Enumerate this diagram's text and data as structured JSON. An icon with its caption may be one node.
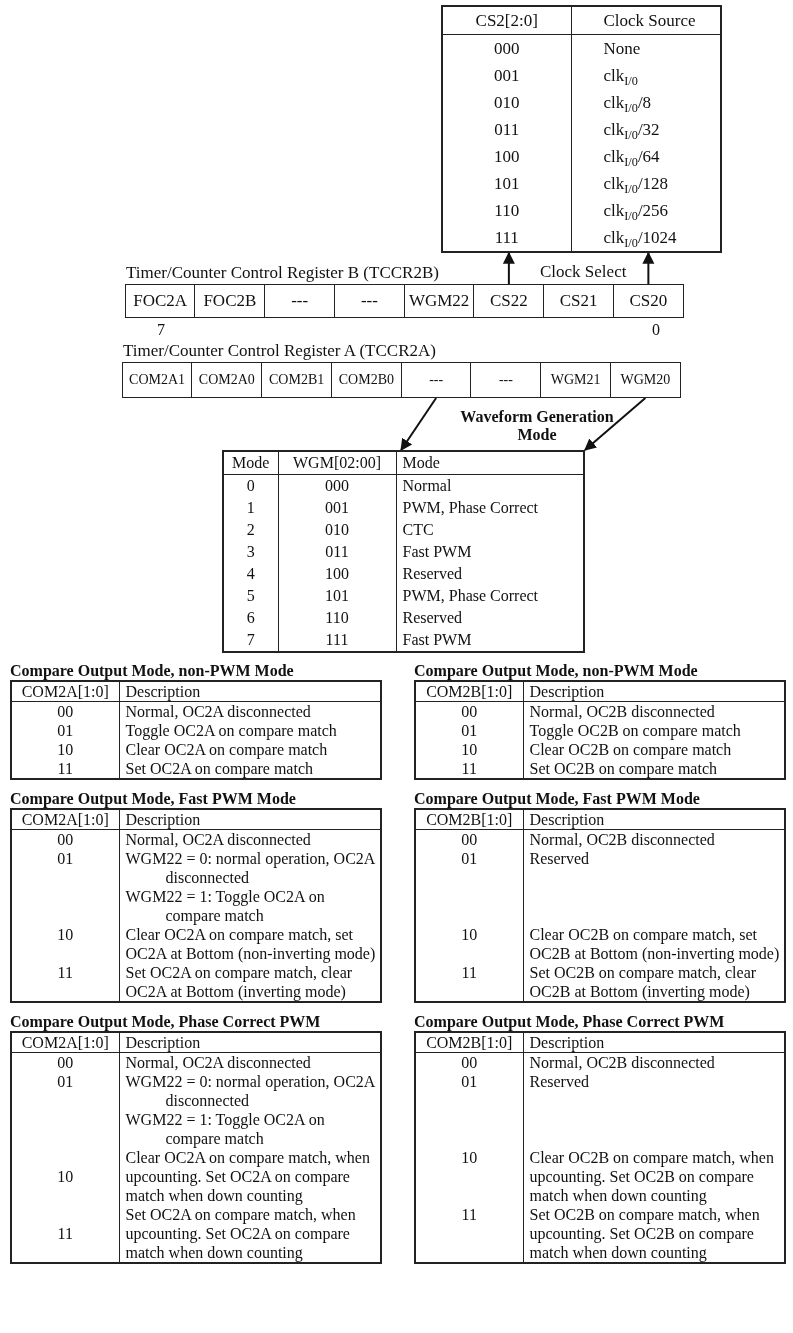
{
  "diagram": {
    "nodes": [
      {
        "text": [
          "CS2[2:0]",
          "Clock Source",
          "000",
          "None",
          "001",
          "clk$_{I/0}$",
          "010",
          "clk$_{I/0}$/8",
          "011",
          "clk$_{I/0}$/32",
          "100",
          "clk$_{I/0}$/64",
          "101",
          "clk$_{I/0}$/128",
          "110",
          "clk$_{I/0}$/256",
          "111",
          "clk$_{I/0}$/1024"
        ]
      },
      {
        "text": [
          "Timer/Counter Control Register B (TCCR2B)"
        ]
      },
      {
        "text": [
          "FOC2A"
        ],
        "in": 1
      },
      {
        "text": [
          "FOC2B"
        ],
        "in": 1
      },
      {
        "text": [
          "---"
        ],
        "in": 1
      },
      {
        "text": [
          "---"
        ],
        "in": 1
      },
      {
        "text": [
          "WGM22"
        ],
        "in": 1
      },
      {
        "text": [
          "CS22"
        ],
        "in": 1
      },
      {
        "text": [
          "CS21"
        ],
        "in": 1
      },
      {
        "text": [
          "CS20"
        ],
        "in": 1
      },
      {
        "text": [
          "Timer/Counter Control Register A (TCCR2A)"
        ]
      },
      {
        "text": [
          "COM2A1"
        ],
        "in": 10
      },
      {
        "text": [
          "COM2A0"
        ],
        "in": 10
      },
      {
        "text": [
          "COM2B1"
        ],
        "in": 10
      },
      {
        "text": [
          "COM2B0"
        ],
        "in": 10
      },
      {
        "text": [
          "---"
        ],
        "in": 10
      },
      {
        "text": [
          "---"
        ],
        "in": 10
      },
      {
        "text": [
          "WGM21"
        ],
        "in": 10
      },
      {
        "text": [
          "WGM20"
        ],
        "in": 10
      },
      {
        "text": [
          "Waveform Generation Mode",
          "Mode",
          "WGM[02:00]",
          "Mode",
          "0",
          "000",
          "Normal",
          "1",
          "001",
          "PWM, Phase Correct",
          "2",
          "010",
          "CTC",
          "3",
          "011",
          "Fast PWM",
          "4",
          "100",
          "Reserved",
          "5",
          "101",
          "PWM, Phase Correct",
          "6",
          "110",
          "Reserved",
          "7",
          "111",
          "Fast PWM"
        ]
      },
      {
        "text": [
          "Compare Output Mode, non-PWM Mode",
          "COM2A[1:0]",
          "Description",
          "00",
          "Normal, OC2A disconnected",
          "01",
          "Toggle OC2A on compare match",
          "10",
          "Clear OC2A on compare match",
          "11",
          "Set OC2A on compare match"
        ]
      },
      {
        "text": [
          "Compare Output Mode, non-PWM Mode",
          "COM2B[1:0]",
          "Description",
          "00",
          "Normal, OC2B disconnected",
          "01",
          "Toggle OC2B on compare match",
          "10",
          "Clear OC2B on compare match",
          "11",
          "Set OC2B on compare match"
        ]
      },
      {
        "text": [
          "Compare Output Mode, Fast PWM Mode",
          "COM2A[1:0]",
          "Description",
          "00",
          "Normal, OC2A disconnected",
          "01",
          "WGM22 = 0: normal operation, OC2A disconnected",
          "WGM22 = 1: Toggle OC2A on compare match",
          "10",
          "Clear OC2A on compare match, set OC2A at Bottom (non-inverting mode)",
          "11",
          "Set OC2A on compare match, clear OC2A at Bottom (inverting mode)"
        ]
      },
      {
        "text": [
          "Compare Output Mode, Fast PWM Mode",
          "COM2B[1:0]",
          "Description",
          "00",
          "Normal, OC2B disconnected",
          "01",
          "Reserved",
          "10",
          "Clear OC2B on compare match, set OC2B at Bottom (non-inverting mode)",
          "11",
          "Set OC2B on compare match, clear OC2B at Bottom (inverting mode)"
        ]
      },
      {
        "text": [
          "Compare Output Mode, Phase Correct PWM",
          "COM2A[1:0]",
          "Description",
          "00",
          "Normal, OC2A disconnected",
          "01",
          "WGM22 = 0: normal operation, OC2A disconnected",
          "WGM22 = 1: Toggle OC2A on compare match",
          "10",
          "Clear OC2A on compare match, when upcounting. Set OC2A on compare match when down counting",
          "11",
          "Set OC2A on compare match, when upcounting. Set OC2A on compare match when down counting"
        ]
      },
      {
        "text": [
          "Compare Output Mode, Phase Correct PWM",
          "COM2B[1:0]",
          "Description",
          "00",
          "Normal, OC2B disconnected",
          "01",
          "Reserved",
          "10",
          "Clear OC2B on compare match, when upcounting. Set OC2B on compare match when down counting",
          "11",
          "Set OC2B on compare match, when upcounting. Set OC2B on compare match when down counting"
        ]
      }
    ],
    "edges": [
      {
        "from": 7,
        "to": 0,
        "arrow": "to"
      },
      {
        "from": 9,
        "to": 0,
        "arrow": "to"
      },
      {
        "from": 15,
        "to": 19,
        "arrow": "to"
      },
      {
        "from": 18,
        "to": 19,
        "arrow": "to"
      }
    ],
    "labels": [
      "Clock Select",
      "7",
      "0"
    ]
  }
}
